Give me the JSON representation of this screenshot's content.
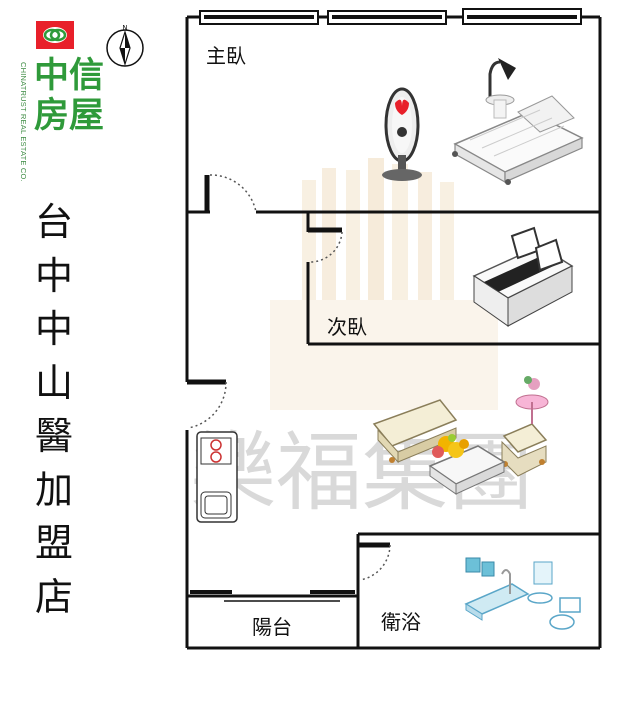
{
  "brand": {
    "name_en": "CHINATRUST REAL ESTATE CO.",
    "name_zh": [
      "中信",
      "房屋"
    ],
    "color": "#2f9a3a",
    "logo_accent": "#e8202a"
  },
  "store_name": [
    "台",
    "中",
    "中",
    "山",
    "醫",
    "加",
    "盟",
    "店"
  ],
  "compass": {
    "label": "N"
  },
  "rooms": {
    "master_bedroom": "主臥",
    "second_bedroom": "次臥",
    "balcony": "陽台",
    "bathroom": "衛浴"
  },
  "watermark": {
    "text": "樂福集團",
    "color": "#d9d9d9",
    "building_color": "#f1e2c8"
  }
}
